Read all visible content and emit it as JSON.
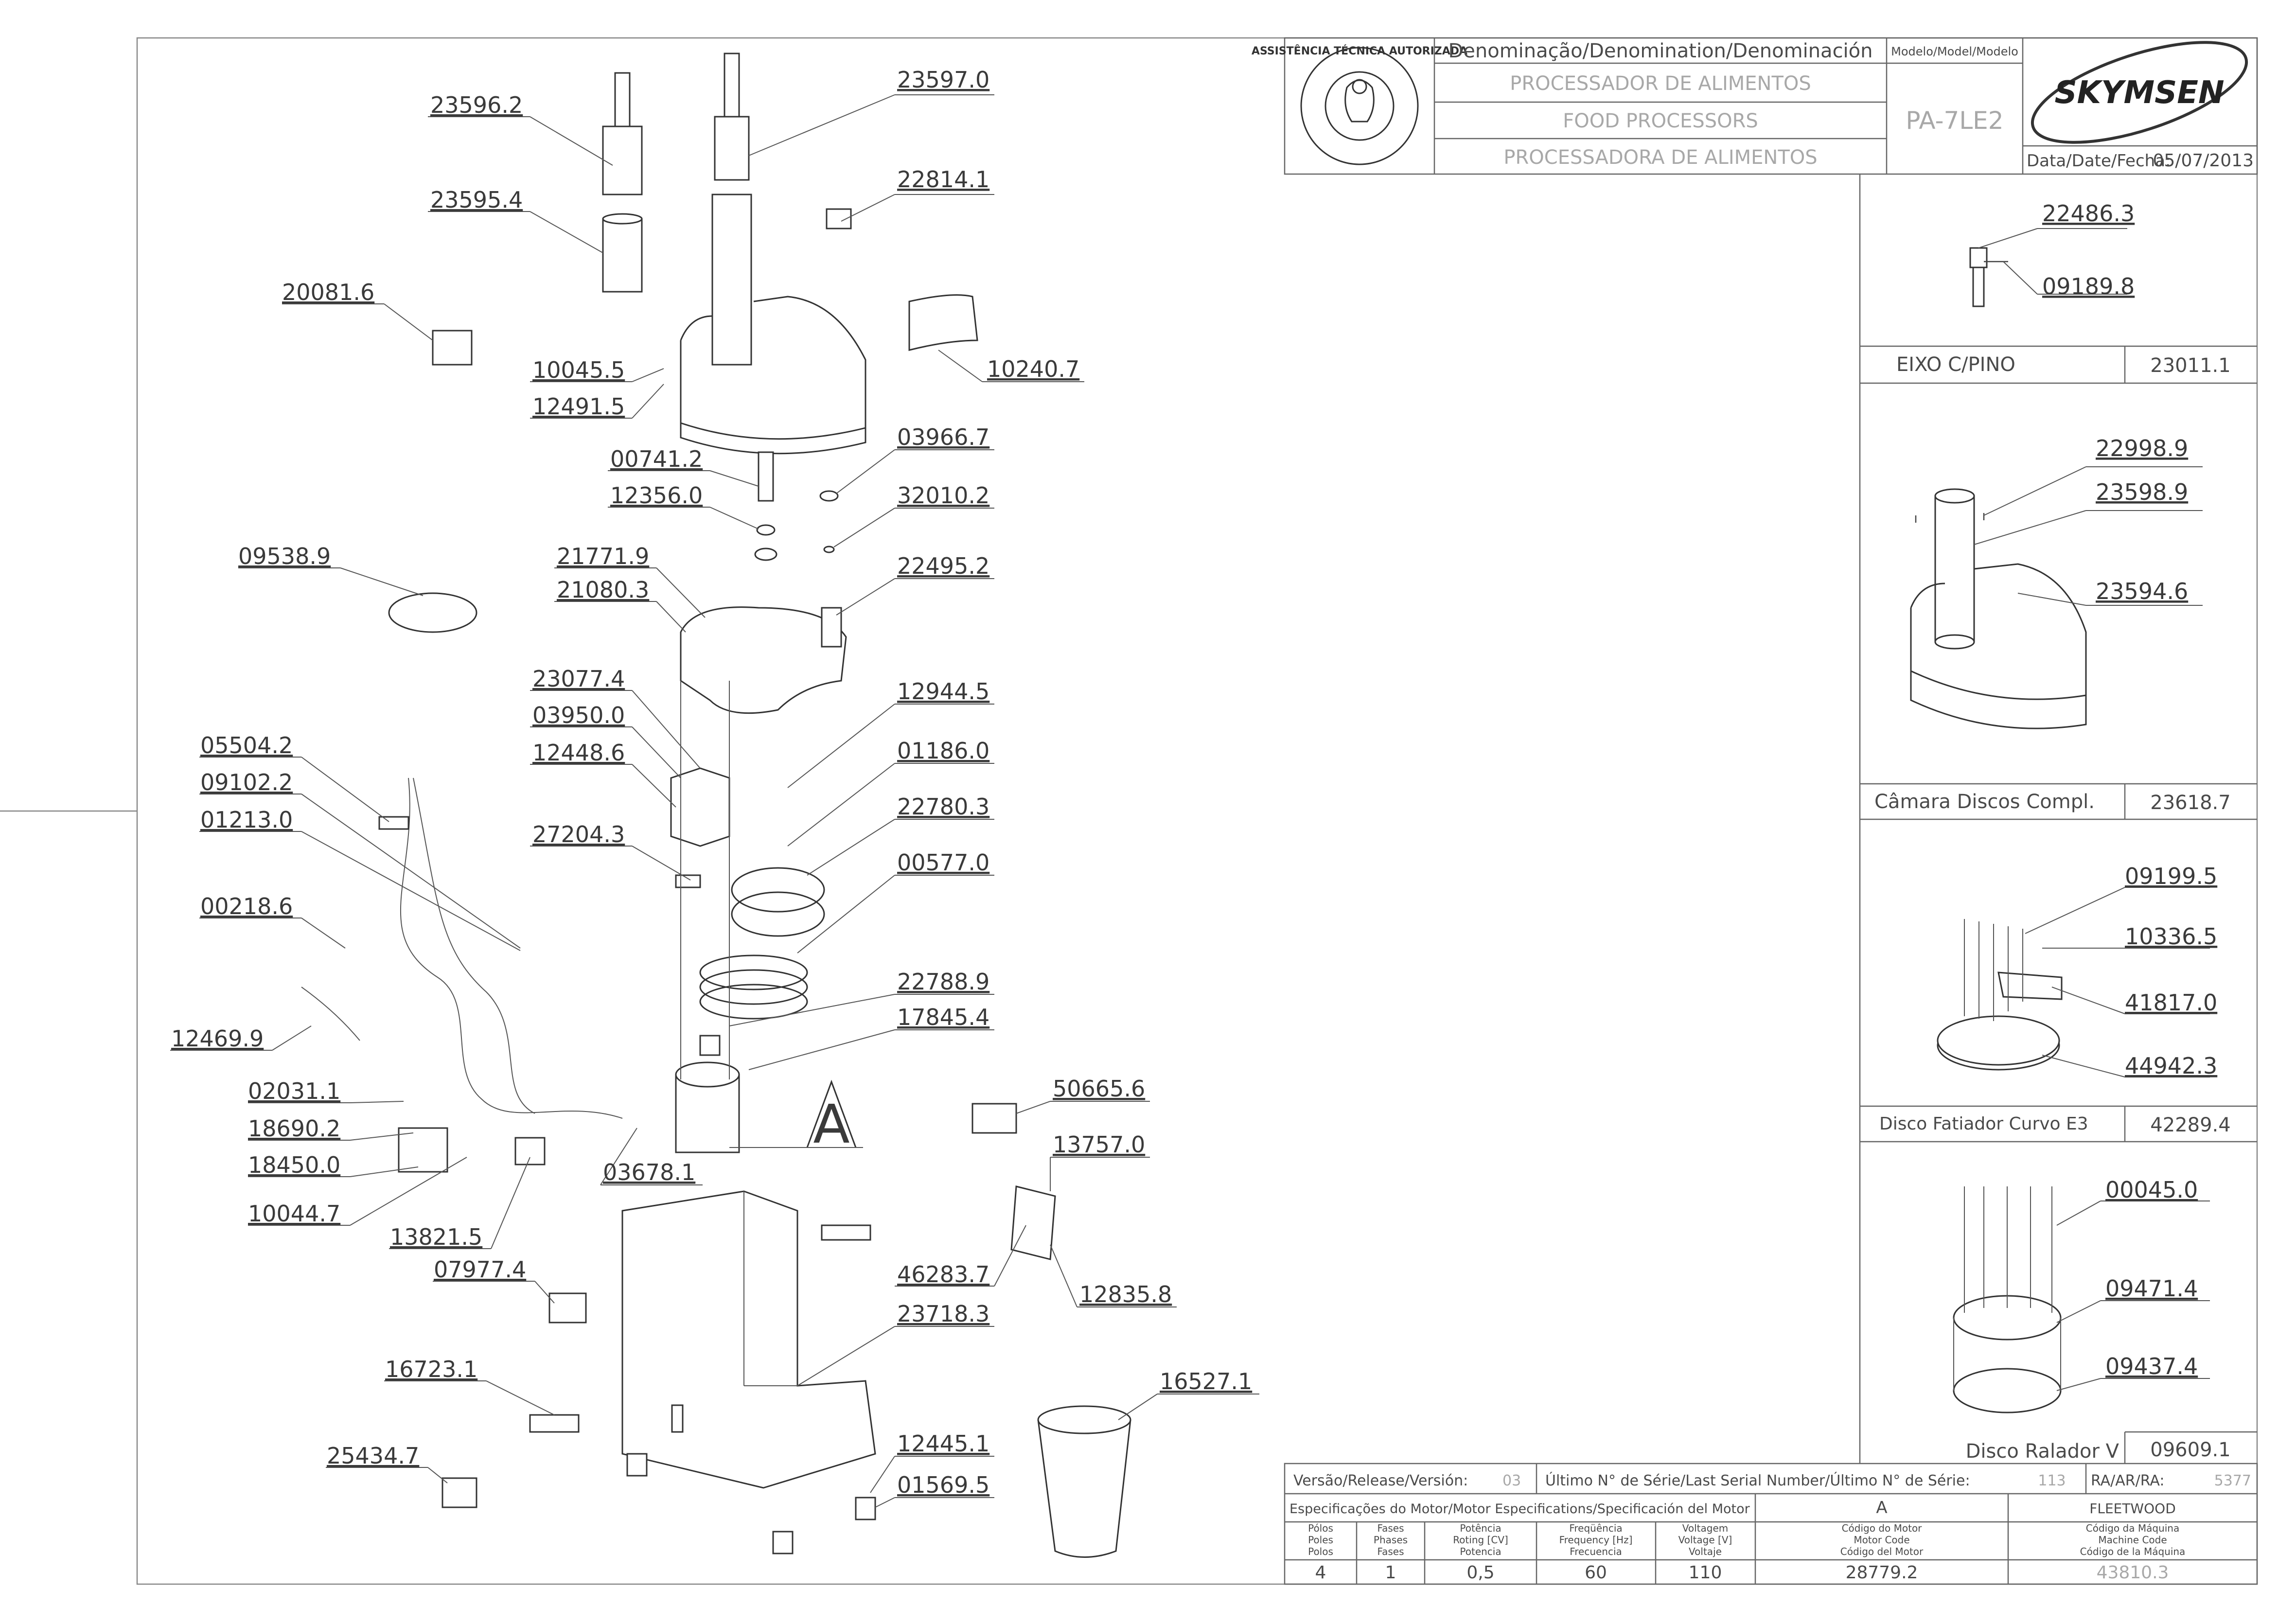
{
  "header": {
    "denomination_label": "Denominação/Denomination/Denominación",
    "names": [
      "PROCESSADOR DE ALIMENTOS",
      "FOOD PROCESSORS",
      "PROCESSADORA DE ALIMENTOS"
    ],
    "model_label": "Modelo/Model/Modelo",
    "model": "PA-7LE2",
    "brand": "SKYMSEN",
    "date_label": "Data/Date/Fecha:",
    "date": "05/07/2013",
    "seal_text": "ASSISTÊNCIA TÉCNICA AUTORIZADA"
  },
  "side_panels": [
    {
      "title": "EIXO C/PINO",
      "code": "23011.1",
      "parts": [
        "22486.3",
        "09189.8"
      ]
    },
    {
      "title": "Câmara Discos Compl.",
      "code": "23618.7",
      "parts": [
        "22998.9",
        "23598.9",
        "23594.6"
      ]
    },
    {
      "title": "Disco Fatiador Curvo E3",
      "code": "42289.4",
      "parts": [
        "09199.5",
        "10336.5",
        "41817.0",
        "44942.3"
      ]
    },
    {
      "title": "Disco Ralador V",
      "code": "09609.1",
      "parts": [
        "00045.0",
        "09471.4",
        "09437.4"
      ]
    }
  ],
  "callouts": [
    "23596.2",
    "23597.0",
    "23595.4",
    "22814.1",
    "20081.6",
    "10045.5",
    "12491.5",
    "10240.7",
    "00741.2",
    "03966.7",
    "12356.0",
    "32010.2",
    "09538.9",
    "21771.9",
    "21080.3",
    "22495.2",
    "23077.4",
    "03950.0",
    "12944.5",
    "12448.6",
    "05504.2",
    "01186.0",
    "09102.2",
    "01213.0",
    "27204.3",
    "22780.3",
    "00577.0",
    "00218.6",
    "22788.9",
    "12469.9",
    "17845.4",
    "02031.1",
    "50665.6",
    "18690.2",
    "13757.0",
    "18450.0",
    "03678.1",
    "10044.7",
    "13821.5",
    "07977.4",
    "46283.7",
    "12835.8",
    "23718.3",
    "16723.1",
    "16527.1",
    "25434.7",
    "12445.1",
    "01569.5"
  ],
  "assembly_label": "A",
  "footer": {
    "release_label": "Versão/Release/Versión:",
    "release": "03",
    "serial_label": "Último N° de Série/Last Serial Number/Último N° de Série:",
    "serial": "113",
    "ra_label": "RA/AR/RA:",
    "ra": "5377",
    "motor_spec_label": "Especificações do Motor/Motor Especifications/Specificación del Motor",
    "motor_type": "A",
    "manufacturer": "FLEETWOOD",
    "columns": [
      {
        "labels": [
          "Pólos",
          "Poles",
          "Polos"
        ],
        "value": "4"
      },
      {
        "labels": [
          "Fases",
          "Phases",
          "Fases"
        ],
        "value": "1"
      },
      {
        "labels": [
          "Potência",
          "Roting [CV]",
          "Potencia"
        ],
        "value": "0,5"
      },
      {
        "labels": [
          "Freqüência",
          "Frequency [Hz]",
          "Frecuencia"
        ],
        "value": "60"
      },
      {
        "labels": [
          "Voltagem",
          "Voltage [V]",
          "Voltaje"
        ],
        "value": "110"
      },
      {
        "labels": [
          "Código do Motor",
          "Motor Code",
          "Código del Motor"
        ],
        "value": "28779.2"
      },
      {
        "labels": [
          "Código da Máquina",
          "Machine Code",
          "Código de la Máquina"
        ],
        "value": "43810.3"
      }
    ]
  }
}
